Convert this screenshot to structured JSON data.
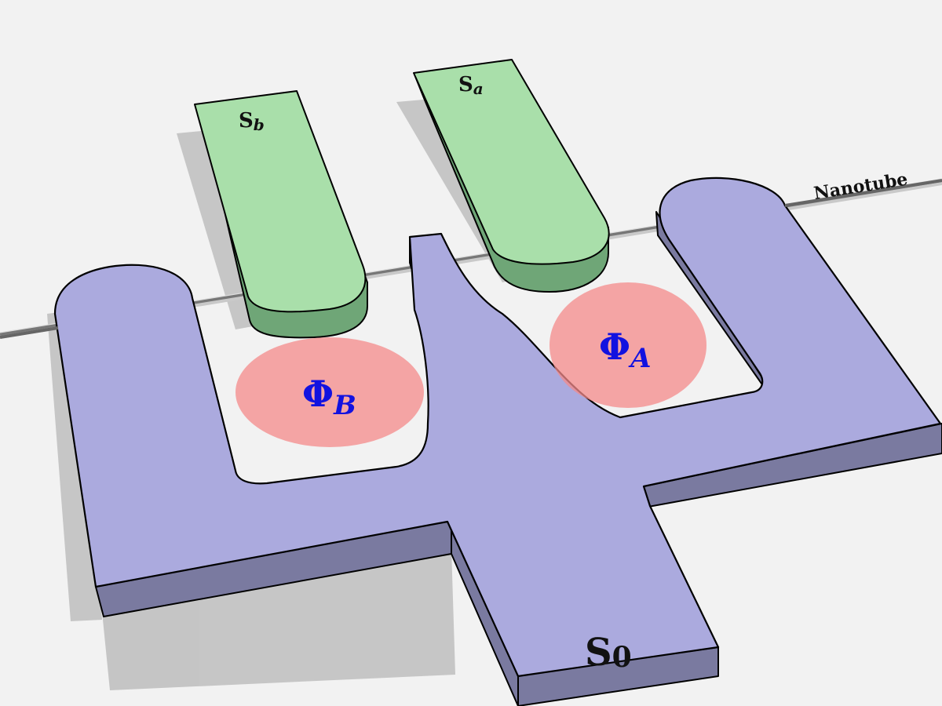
{
  "labels": {
    "nanotube": "Nanotube",
    "s0": {
      "main": "S",
      "sub": "0"
    },
    "sa": {
      "main": "S",
      "sub": "a"
    },
    "sb": {
      "main": "S",
      "sub": "b"
    }
  },
  "flux": {
    "a": {
      "symbol": "Φ",
      "sub": "A"
    },
    "b": {
      "symbol": "Φ",
      "sub": "B"
    }
  },
  "colors": {
    "background": "#f2f2f2",
    "s0_top": "#abaade",
    "s0_side": "#7a7aa0",
    "electrode_top": "#a9dfaa",
    "electrode_side": "#6fa677",
    "flux_fill": "#f48a8a",
    "flux_text": "#1212e0",
    "nanotube": "#9a9a9a"
  }
}
